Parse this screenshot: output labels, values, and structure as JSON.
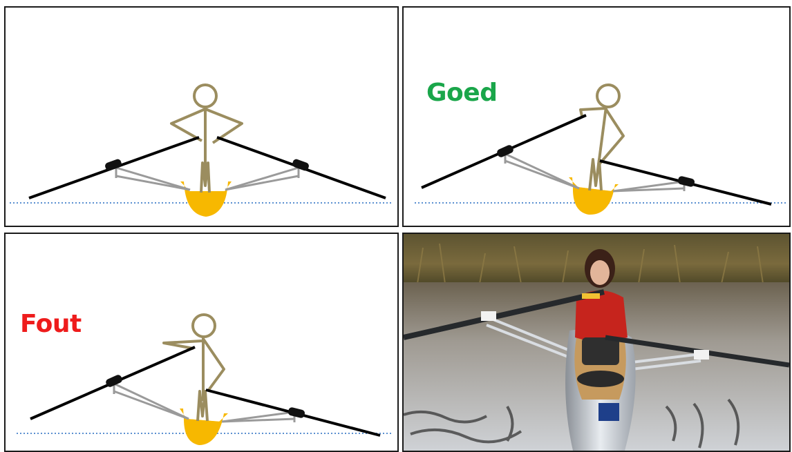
{
  "panels": {
    "good": {
      "label": "Goed",
      "color": "#1aa64a"
    },
    "bad": {
      "label": "Fout",
      "color": "#ee1c1c"
    }
  },
  "colors": {
    "figure": "#9b8d5f",
    "hull": "#f7b800",
    "oar": "#000000",
    "rigger": "#9a9a9a",
    "waterline": "#5a8fd0"
  },
  "icons": [
    "rower-figure",
    "sculling-boat",
    "oar",
    "rower-photo"
  ]
}
